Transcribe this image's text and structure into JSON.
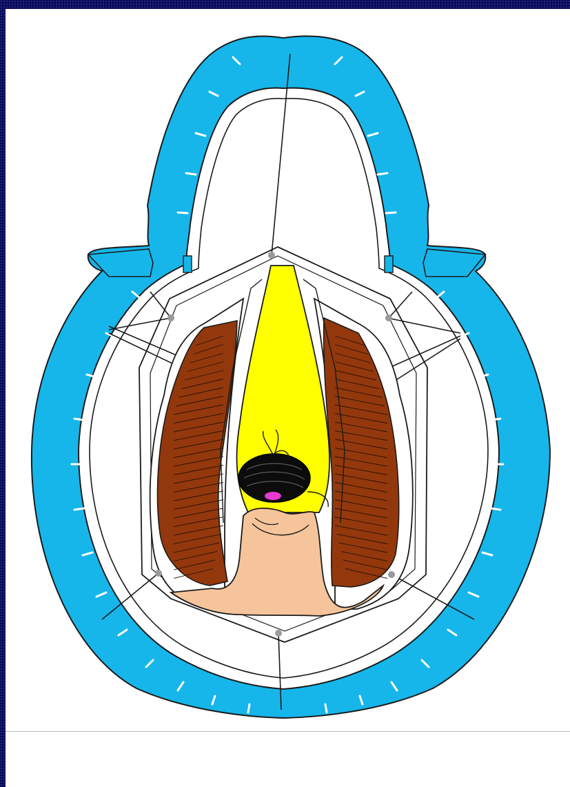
{
  "diagram": {
    "colors": {
      "frame": "#0a0a5a",
      "background": "#ffffff",
      "retractor": "#16b6ea",
      "muscle": "#93380c",
      "fat_pad": "#ffff00",
      "tissue": "#f6c49a",
      "dark_mass": "#0c0c0c",
      "pink_spot": "#e83ad0",
      "outline": "#1a1a1a",
      "pin": "#9a9a9a"
    },
    "icons": [
      "ring-retractor",
      "suture-lines",
      "retraction-hooks"
    ]
  }
}
